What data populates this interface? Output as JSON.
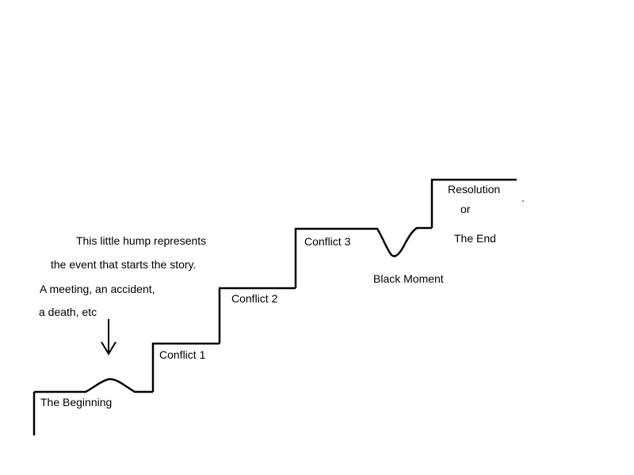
{
  "stages": {
    "beginning": "The Beginning",
    "conflict1": "Conflict 1",
    "conflict2": "Conflict 2",
    "conflict3": "Conflict 3",
    "black_moment": "Black Moment",
    "resolution": "Resolution",
    "or": "or",
    "the_end": "The End"
  },
  "annotation": {
    "line1": "This little hump represents",
    "line2": "the event that starts the story.",
    "line3": "A meeting, an accident,",
    "line4": "a death, etc"
  },
  "colors": {
    "line": "#000000",
    "text": "#000000",
    "background": "#ffffff"
  }
}
